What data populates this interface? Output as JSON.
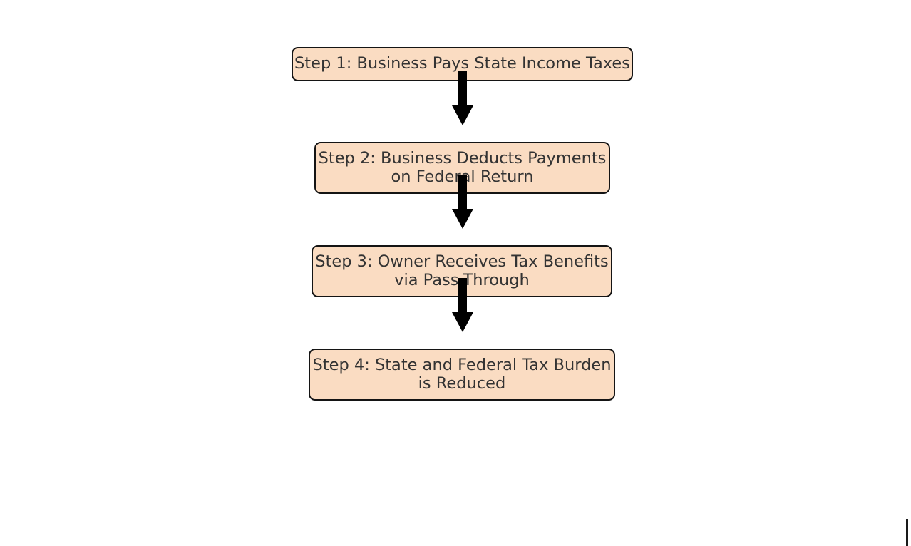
{
  "diagram": {
    "type": "flowchart",
    "orientation": "top-to-bottom",
    "background_color": "#ffffff",
    "node_fill_color": "#fadcc2",
    "node_border_color": "#141414",
    "node_text_color": "#333333",
    "arrow_color": "#000000",
    "nodes": [
      {
        "id": "step1",
        "label": "Step 1: Business Pays State Income Taxes",
        "lines": [
          "Step 1: Business Pays State Income Taxes"
        ]
      },
      {
        "id": "step2",
        "label": "Step 2: Business Deducts Payments on Federal Return",
        "lines": [
          "Step 2: Business Deducts Payments",
          "on Federal Return"
        ]
      },
      {
        "id": "step3",
        "label": "Step 3: Owner Receives Tax Benefits via Pass-Through",
        "lines": [
          "Step 3: Owner Receives Tax Benefits",
          "via Pass-Through"
        ]
      },
      {
        "id": "step4",
        "label": "Step 4: State and Federal Tax Burden is Reduced",
        "lines": [
          "Step 4: State and Federal Tax Burden",
          "is Reduced"
        ]
      }
    ],
    "edges": [
      {
        "id": "edge1",
        "from": "step1",
        "to": "step2",
        "label": ""
      },
      {
        "id": "edge2",
        "from": "step2",
        "to": "step3",
        "label": ""
      },
      {
        "id": "edge3",
        "from": "step3",
        "to": "step4",
        "label": ""
      }
    ]
  },
  "nodes_text": {
    "step1": "Step 1: Business Pays State Income Taxes",
    "step2": "Step 2: Business Deducts Payments\non Federal Return",
    "step3": "Step 3: Owner Receives Tax Benefits\nvia Pass-Through",
    "step4": "Step 4: State and Federal Tax Burden\nis Reduced"
  }
}
